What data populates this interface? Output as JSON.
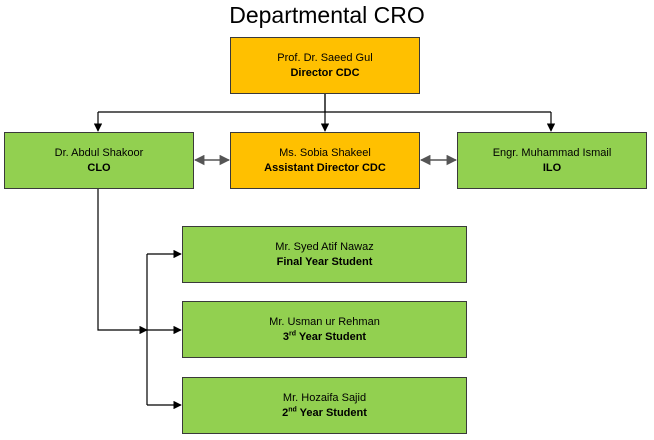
{
  "title": "Departmental CRO",
  "colors": {
    "leadership": "#ffc000",
    "members": "#92d050",
    "border": "#3a3a3a"
  },
  "nodes": {
    "director": {
      "name": "Prof. Dr. Saeed Gul",
      "role": "Director CDC"
    },
    "clo": {
      "name": "Dr. Abdul Shakoor",
      "role": "CLO"
    },
    "assistant_director": {
      "name": "Ms. Sobia Shakeel",
      "role": "Assistant Director CDC"
    },
    "ilo": {
      "name": "Engr. Muhammad Ismail",
      "role": "ILO"
    },
    "final_year": {
      "name": "Mr. Syed Atif Nawaz",
      "role": "Final Year Student"
    },
    "third_year": {
      "name": "Mr. Usman ur Rehman",
      "role_num": "3",
      "role_sup": "rd",
      "role_rest": " Year Student"
    },
    "second_year": {
      "name": "Mr. Hozaifa Sajid",
      "role_num": "2",
      "role_sup": "nd",
      "role_rest": " Year Student"
    }
  }
}
